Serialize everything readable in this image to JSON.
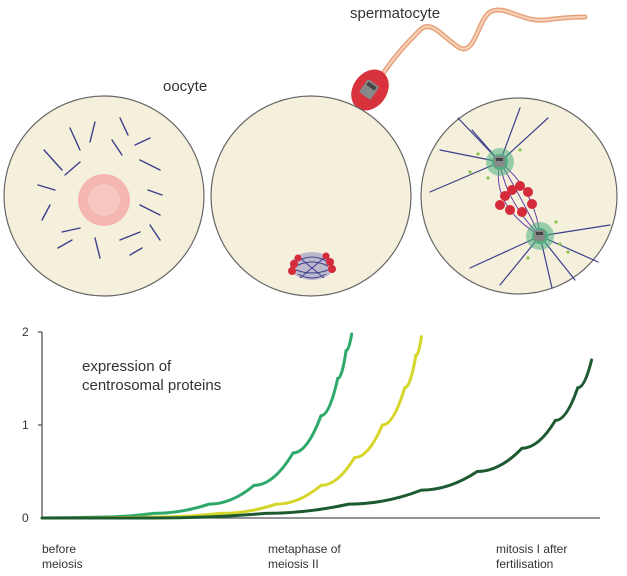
{
  "labels": {
    "oocyte": "oocyte",
    "spermatocyte": "spermatocyte",
    "graph_title_line1": "expression of",
    "graph_title_line2": "centrosomal proteins"
  },
  "colors": {
    "cell_fill": "#f5f0dc",
    "cell_stroke": "#666666",
    "microtubule": "#3b3f8c",
    "nucleus": "#f4b7b0",
    "chromosome": "#d42a3a",
    "centrosome": "#4caf7d",
    "sperm_head": "#d8323c",
    "sperm_tail": "#e8a27a",
    "axis": "#555555"
  },
  "chart_data": {
    "type": "line",
    "title": "expression of centrosomal proteins",
    "ylim": [
      0,
      2
    ],
    "y_ticks": [
      "0",
      "1",
      "2"
    ],
    "stages": [
      [
        "before",
        "meiosis"
      ],
      [
        "metaphase of",
        "meiosis II"
      ],
      [
        "mitosis I after",
        "fertilisation"
      ]
    ],
    "series": [
      {
        "color": "#2fa86b",
        "x": [
          0.0,
          0.1,
          0.2,
          0.3,
          0.38,
          0.45,
          0.5,
          0.53,
          0.545,
          0.555
        ],
        "values": [
          0.0,
          0.01,
          0.05,
          0.15,
          0.35,
          0.7,
          1.1,
          1.5,
          1.8,
          1.98
        ]
      },
      {
        "color": "#d6d62a",
        "x": [
          0.0,
          0.2,
          0.32,
          0.42,
          0.5,
          0.56,
          0.61,
          0.65,
          0.67,
          0.68
        ],
        "values": [
          0.0,
          0.01,
          0.05,
          0.15,
          0.35,
          0.65,
          1.0,
          1.4,
          1.75,
          1.95
        ]
      },
      {
        "color": "#1d5a32",
        "x": [
          0.0,
          0.2,
          0.4,
          0.55,
          0.68,
          0.78,
          0.86,
          0.92,
          0.96,
          0.985
        ],
        "values": [
          0.0,
          0.0,
          0.05,
          0.15,
          0.3,
          0.5,
          0.75,
          1.05,
          1.4,
          1.7
        ]
      }
    ]
  }
}
